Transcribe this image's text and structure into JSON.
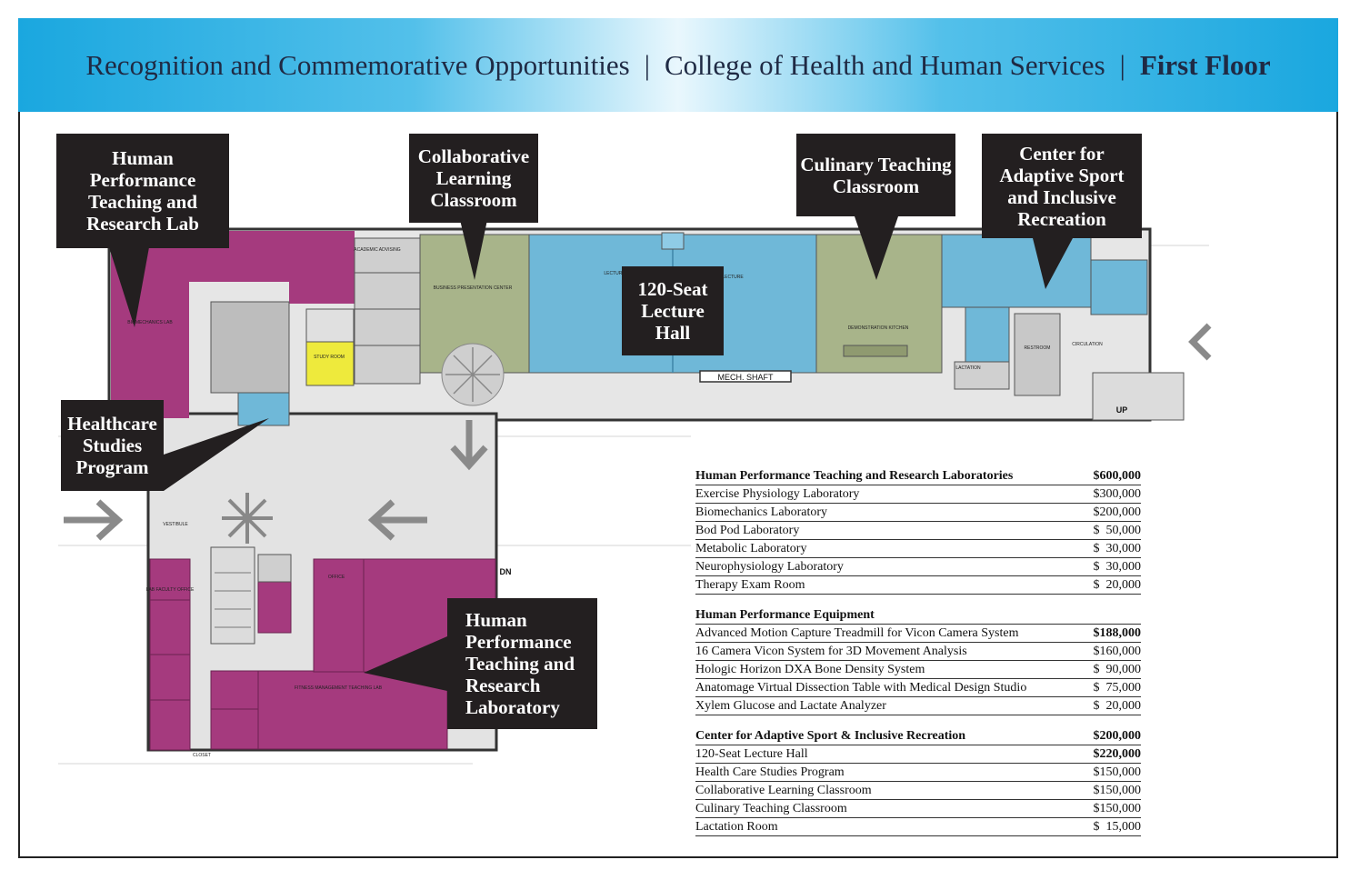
{
  "header": {
    "part1": "Recognition and Commemorative Opportunities",
    "divider": "|",
    "part2": "College of Health and Human Services",
    "part3": "First Floor"
  },
  "callouts": {
    "hp_lab_top": "Human Performance Teaching and Research Lab",
    "collab": "Collaborative Learning Classroom",
    "culinary": "Culinary Teaching Classroom",
    "adaptive": "Center for Adaptive Sport and Inclusive Recreation",
    "lecture": "120-Seat Lecture Hall",
    "healthcare": "Healthcare Studies Program",
    "hp_lab_bottom": "Human Performance Teaching and Research Laboratory"
  },
  "plan_labels": {
    "mech_shaft": "MECH. SHAFT",
    "dn": "DN",
    "up": "UP",
    "biomechanics": "BIOMECHANICS LAB",
    "business_center": "BUSINESS PRESENTATION CENTER",
    "demonstration_kitchen": "DEMONSTRATION KITCHEN",
    "lecture": "LECTURE",
    "study_room": "STUDY ROOM",
    "academic_advising": "ACADEMIC ADVISING",
    "fitness_management": "FITNESS MANAGEMENT TEACHING LAB",
    "lactation": "LACTATION",
    "restroom": "RESTROOM",
    "vestibule": "VESTIBULE",
    "circulation": "CIRCULATION",
    "lab_faculty_office": "LAB FACULTY OFFICE",
    "office": "OFFICE",
    "closet": "CLOSET"
  },
  "cost_sections": [
    {
      "rows": [
        {
          "label": "Human Performance Teaching and Research Laboratories",
          "amount": "$600,000",
          "head": true
        },
        {
          "label": "Exercise Physiology Laboratory",
          "amount": "$300,000"
        },
        {
          "label": "Biomechanics Laboratory",
          "amount": "$200,000"
        },
        {
          "label": "Bod Pod Laboratory",
          "amount": "$  50,000"
        },
        {
          "label": "Metabolic Laboratory",
          "amount": "$  30,000"
        },
        {
          "label": "Neurophysiology Laboratory",
          "amount": "$  30,000"
        },
        {
          "label": "Therapy Exam Room",
          "amount": "$  20,000"
        }
      ]
    },
    {
      "rows": [
        {
          "label": "Human Performance Equipment",
          "amount": "",
          "head": true
        },
        {
          "label": "Advanced Motion Capture Treadmill for Vicon Camera System",
          "amount": "$188,000",
          "bold_amount": true
        },
        {
          "label": "16 Camera Vicon System for 3D Movement Analysis",
          "amount": "$160,000"
        },
        {
          "label": "Hologic Horizon DXA Bone Density System",
          "amount": "$  90,000"
        },
        {
          "label": "Anatomage Virtual Dissection Table with Medical Design Studio",
          "amount": "$  75,000"
        },
        {
          "label": "Xylem Glucose and Lactate Analyzer",
          "amount": "$  20,000"
        }
      ]
    },
    {
      "rows": [
        {
          "label": "Center for Adaptive Sport & Inclusive Recreation",
          "amount": "$200,000",
          "head": true
        },
        {
          "label": "120-Seat Lecture Hall",
          "amount": "$220,000",
          "bold_amount": true
        },
        {
          "label": "Health Care Studies Program",
          "amount": "$150,000"
        },
        {
          "label": "Collaborative Learning Classroom",
          "amount": "$150,000"
        },
        {
          "label": "Culinary Teaching Classroom",
          "amount": "$150,000"
        },
        {
          "label": "Lactation Room",
          "amount": "$  15,000"
        }
      ]
    }
  ],
  "colors": {
    "magenta": "#a53a7e",
    "sage": "#a8b48a",
    "blue": "#6fb8d8",
    "yellow": "#eeea3c",
    "gray": "#d9d9d9",
    "callout": "#231f20"
  }
}
